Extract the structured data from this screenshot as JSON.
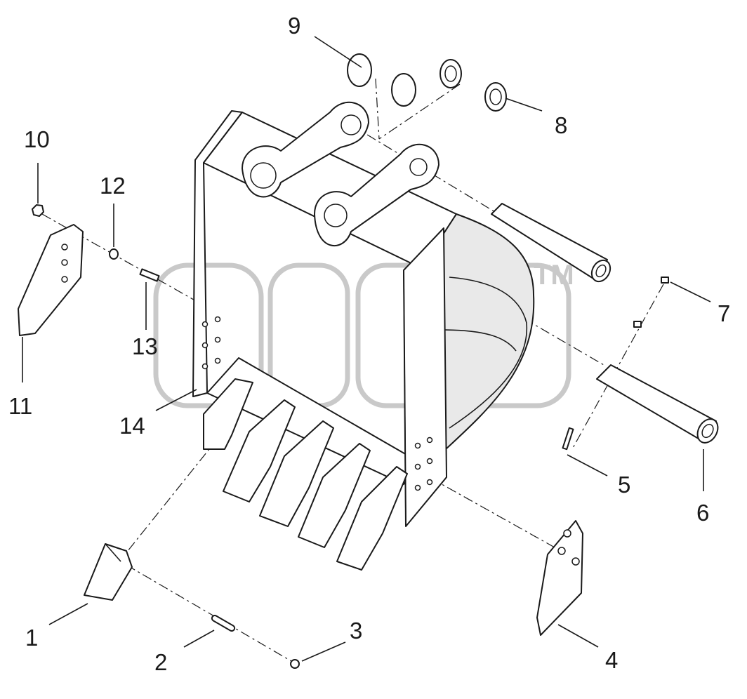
{
  "watermark": {
    "trademark": "TM"
  },
  "callouts": [
    {
      "id": "c1",
      "number": "1"
    },
    {
      "id": "c2",
      "number": "2"
    },
    {
      "id": "c3",
      "number": "3"
    },
    {
      "id": "c4",
      "number": "4"
    },
    {
      "id": "c5",
      "number": "5"
    },
    {
      "id": "c6",
      "number": "6"
    },
    {
      "id": "c7",
      "number": "7"
    },
    {
      "id": "c8",
      "number": "8"
    },
    {
      "id": "c9",
      "number": "9"
    },
    {
      "id": "c10",
      "number": "10"
    },
    {
      "id": "c11",
      "number": "11"
    },
    {
      "id": "c12",
      "number": "12"
    },
    {
      "id": "c13",
      "number": "13"
    },
    {
      "id": "c14",
      "number": "14"
    }
  ]
}
